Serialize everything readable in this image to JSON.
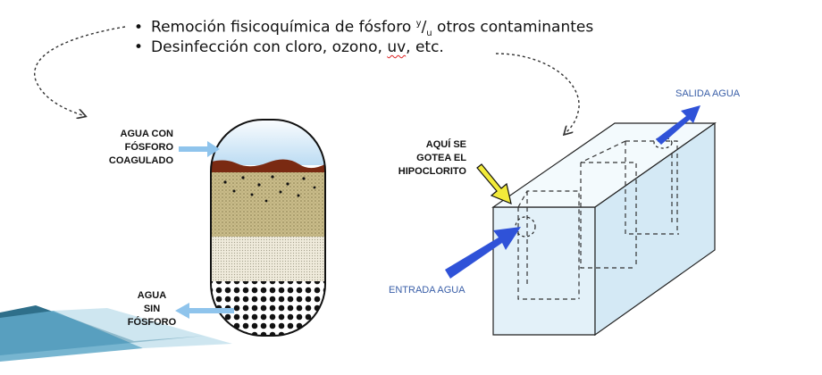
{
  "bullets": {
    "item1_before": "Remoción fisicoquímica de fósforo ",
    "item1_sup": "y",
    "item1_slash": "/",
    "item1_sub": "u",
    "item1_after": " otros contaminantes",
    "item2_before": "Desinfección con cloro, ozono, ",
    "item2_uv": "uv",
    "item2_after": ", etc."
  },
  "filter": {
    "top_label": [
      "AGUA CON",
      "FÓSFORO",
      "COAGULADO"
    ],
    "bottom_label": [
      "AGUA",
      "SIN",
      "FÓSFORO"
    ]
  },
  "tank": {
    "drip_label": [
      "AQUÍ SE",
      "GOTEA EL",
      "HIPOCLORITO"
    ],
    "outlet_label": "SALIDA AGUA",
    "inlet_label": "ENTRADA AGUA"
  },
  "colors": {
    "arrow_blue": "#2f52d8",
    "light_blue_arrow": "#8fc4ec",
    "yellow_arrow": "#f2ea3a",
    "label_blue": "#3a5fa8",
    "sludge": "#7a2a12"
  }
}
